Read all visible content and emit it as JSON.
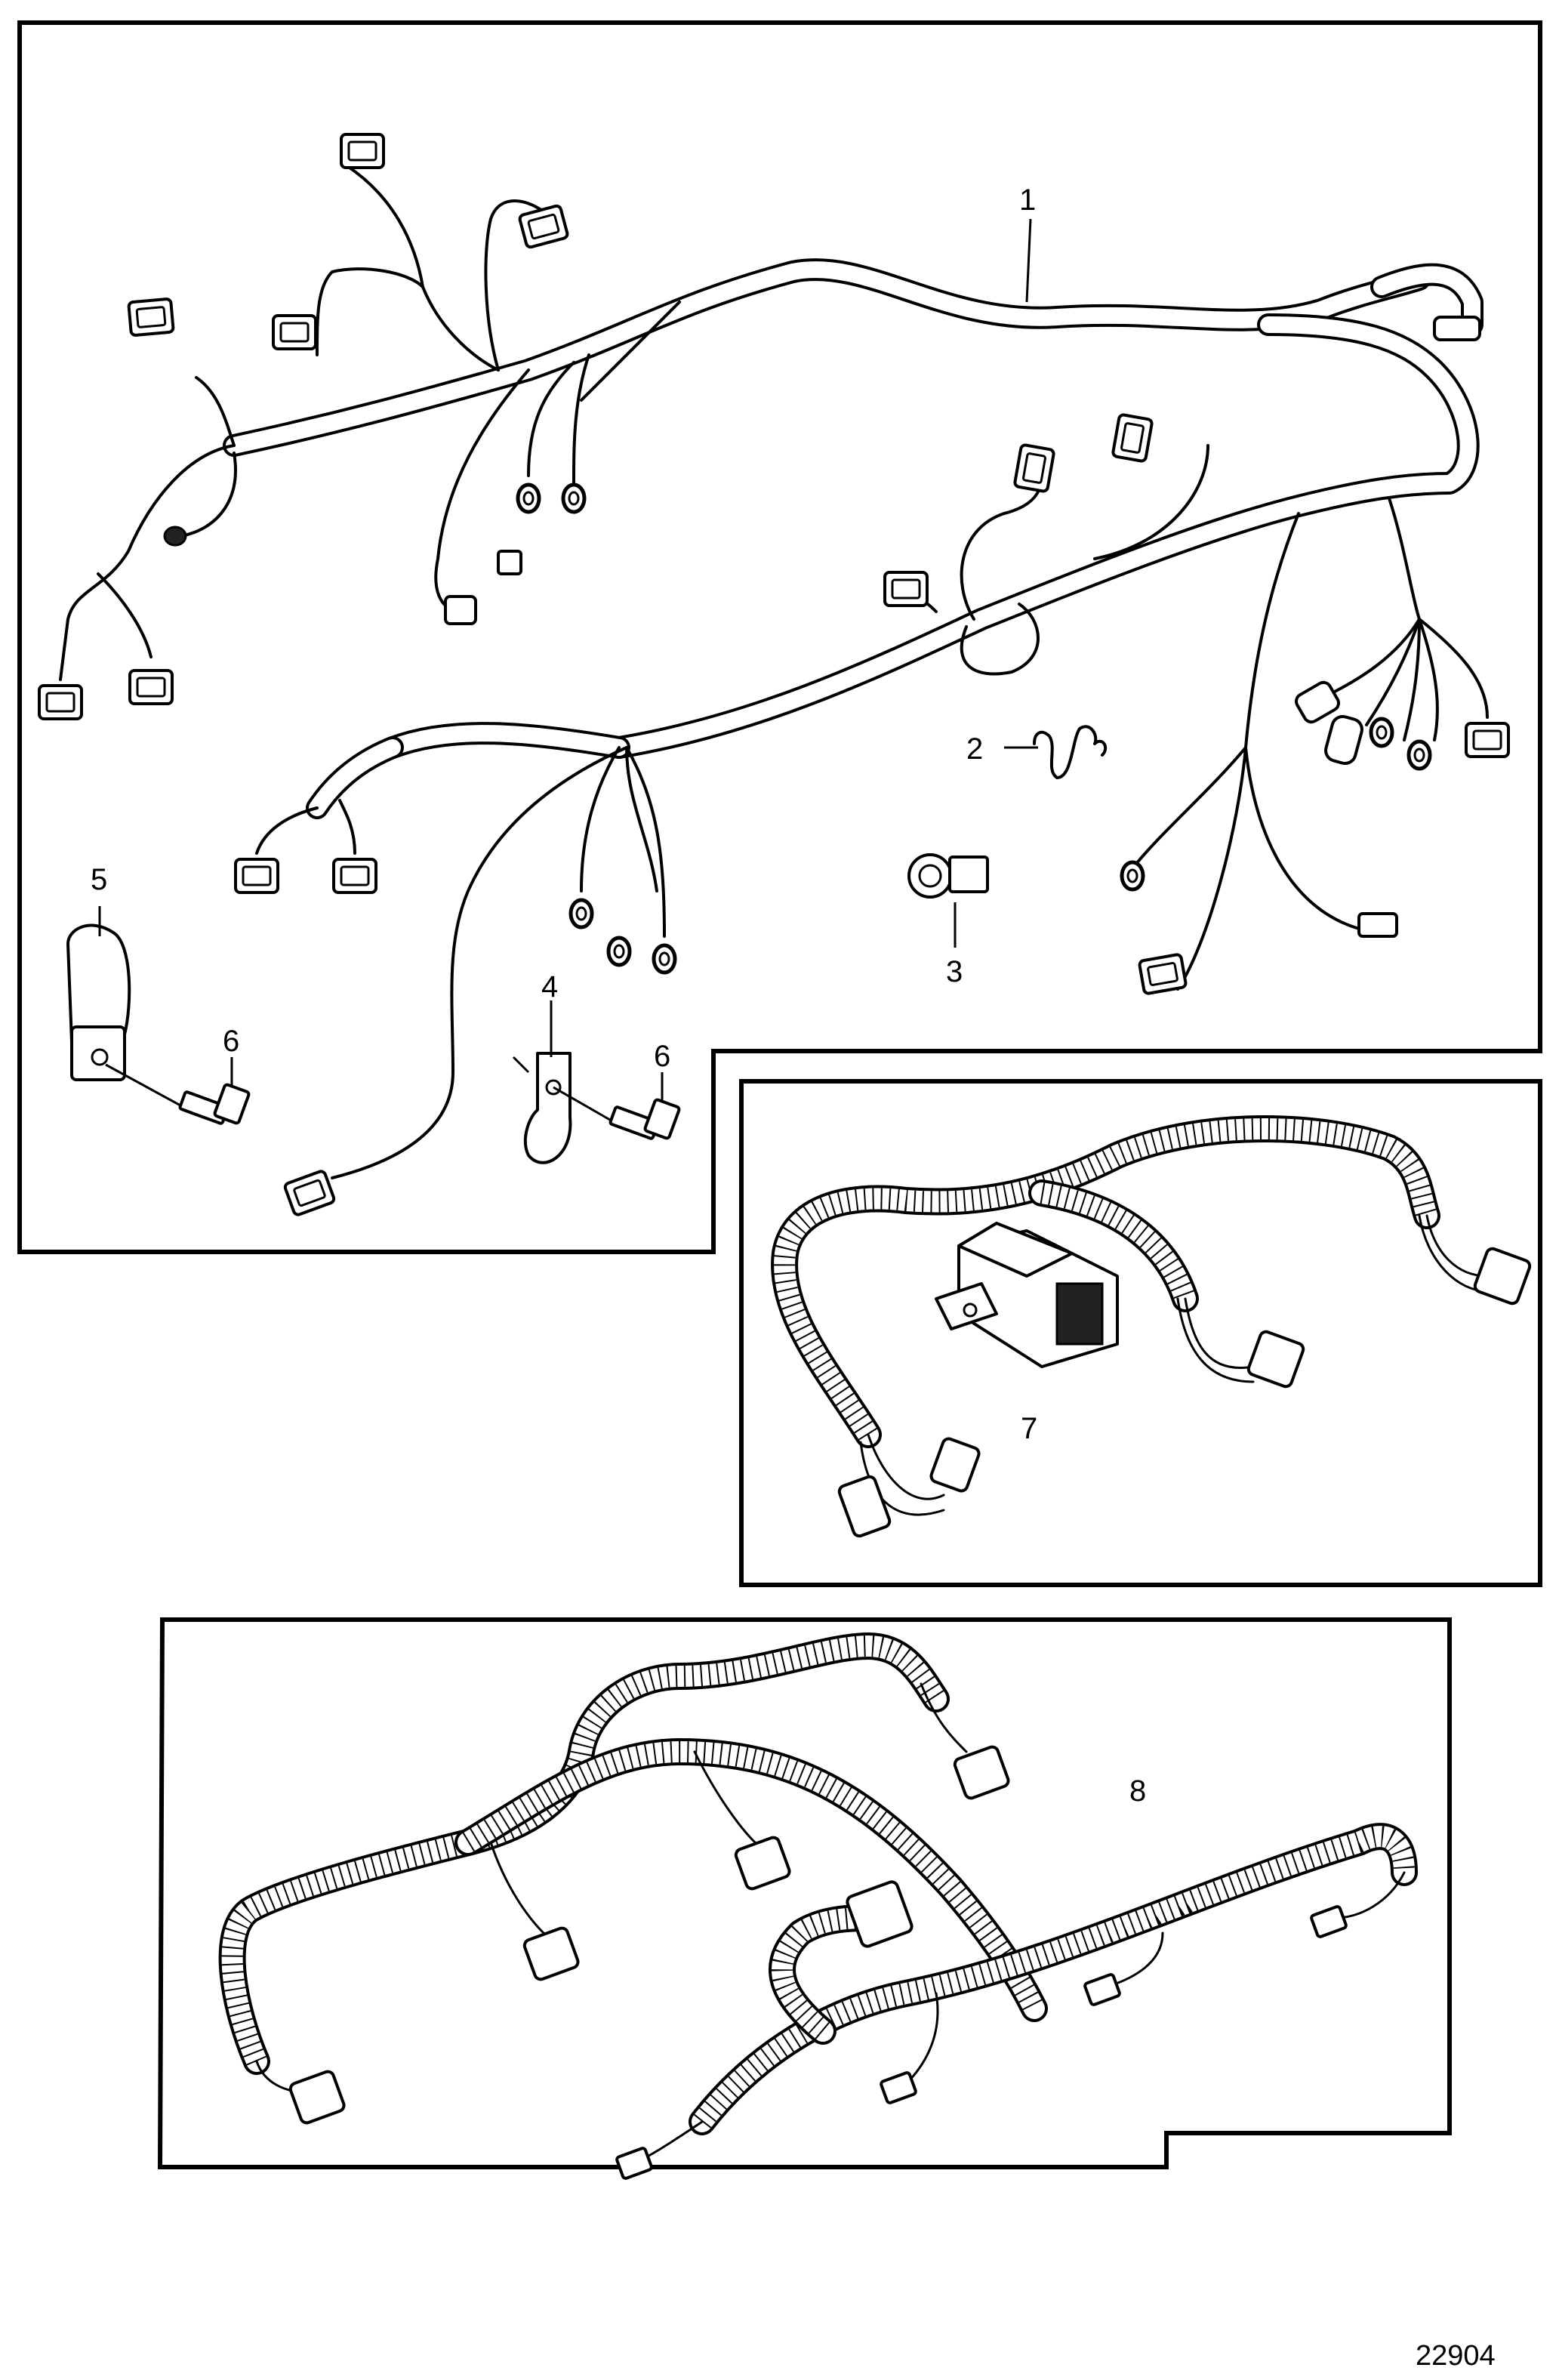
{
  "diagram": {
    "figure_number": "22904",
    "callouts": [
      {
        "id": "1",
        "label": "1"
      },
      {
        "id": "2",
        "label": "2"
      },
      {
        "id": "3",
        "label": "3"
      },
      {
        "id": "4",
        "label": "4"
      },
      {
        "id": "5",
        "label": "5"
      },
      {
        "id": "6a",
        "label": "6"
      },
      {
        "id": "6b",
        "label": "6"
      },
      {
        "id": "7",
        "label": "7"
      },
      {
        "id": "8",
        "label": "8"
      }
    ]
  }
}
